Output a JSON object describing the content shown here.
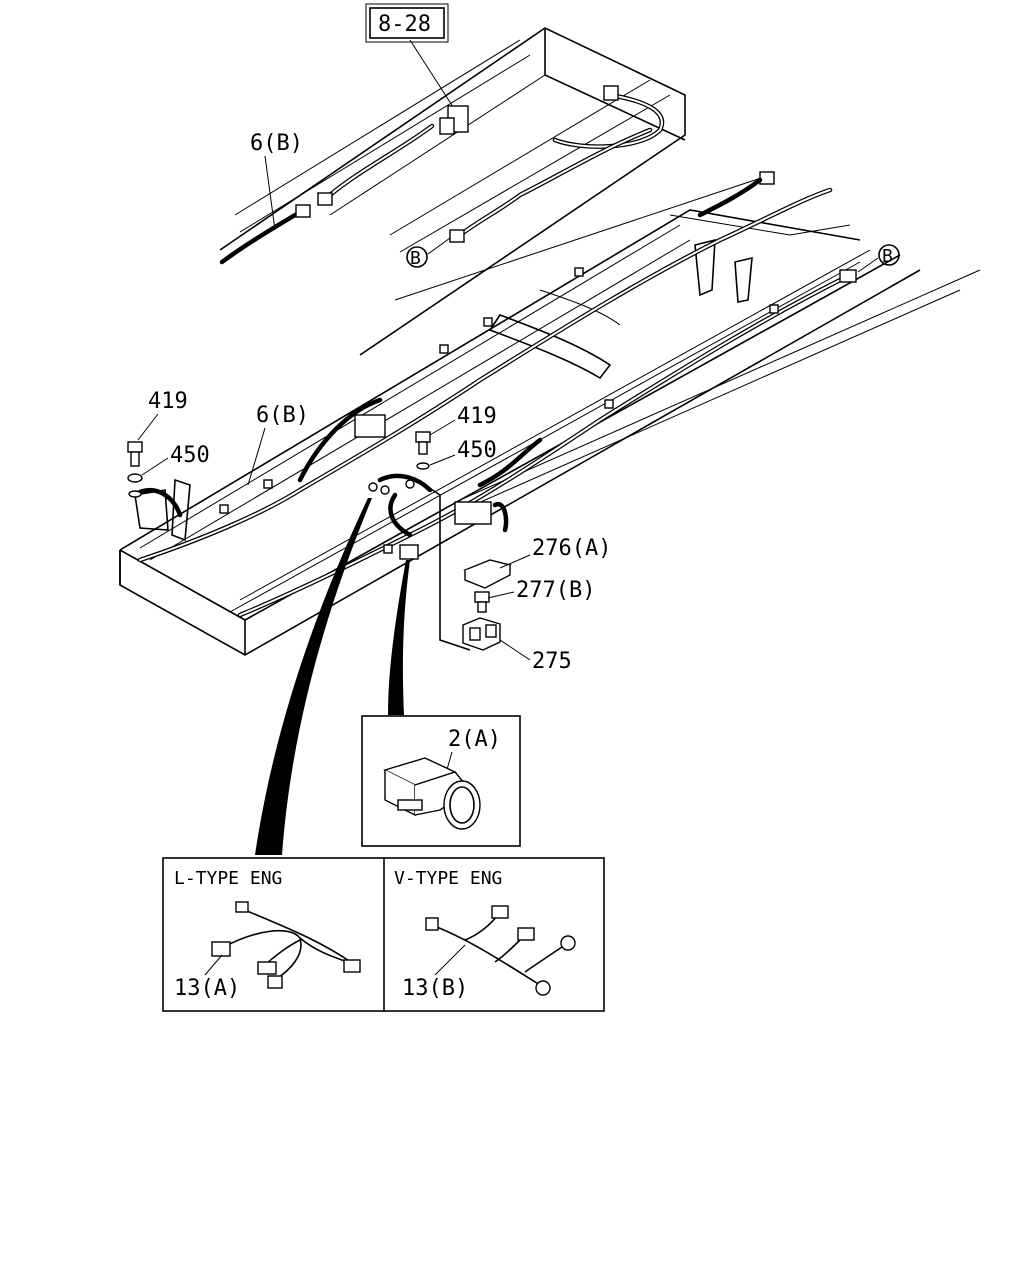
{
  "labels": {
    "ref_8_28": "8-28",
    "part_6b_top": "6(B)",
    "part_6b_mid": "6(B)",
    "part_419_left": "419",
    "part_450_left": "450",
    "part_419_right": "419",
    "part_450_right": "450",
    "part_276a": "276(A)",
    "part_277b": "277(B)",
    "part_275": "275",
    "part_2a": "2(A)",
    "part_13a": "13(A)",
    "part_13b": "13(B)",
    "circle_b_left": "B",
    "circle_b_right": "B"
  },
  "panels": {
    "left_title": "L-TYPE ENG",
    "right_title": "V-TYPE ENG"
  }
}
